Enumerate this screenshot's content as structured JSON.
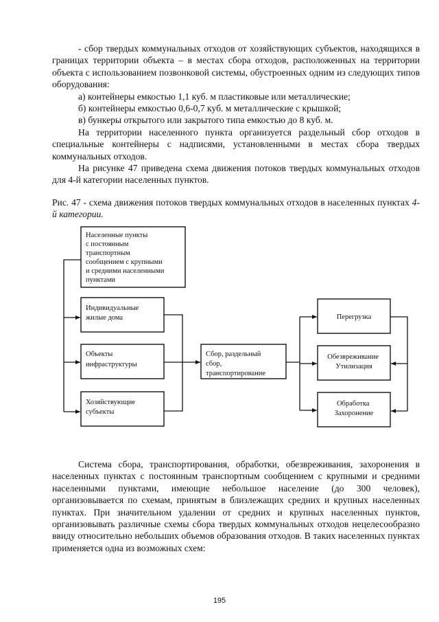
{
  "paragraphs_top": [
    "- сбор твердых коммунальных отходов от хозяйствующих субъектов, находящихся в границах территории объекта – в местах сбора отходов, расположенных на территории объекта с использованием позвонковой системы, обустроенных одним из следующих типов оборудования:",
    "а) контейнеры емкостью 1,1 куб. м пластиковые или металлические;",
    "б) контейнеры емкостью 0,6-0,7 куб. м металлические с крышкой;",
    "в) бункеры открытого или закрытого типа емкостью до 8 куб. м.",
    "На территории населенного пункта организуется раздельный сбор отходов в специальные контейнеры с надписями, установленными в местах сбора твердых коммунальных отходов.",
    "На рисунке 47 приведена схема движения потоков твердых коммунальных отходов для 4-й категории населенных пунктов."
  ],
  "caption": {
    "main": "Рис. 47 - схема движения потоков твердых коммунальных отходов в населенных пунктах ",
    "italic": "4-й категории."
  },
  "diagram": {
    "sources": {
      "settlements": [
        "Населенные пункты",
        "с постоянным",
        "транспортным",
        "сообщением с крупными",
        "и средними населенными",
        "пунктами"
      ],
      "houses": [
        "Индивидуальные",
        "жилые дома"
      ],
      "infrastructure": [
        "Объекты",
        "инфраструктуры"
      ],
      "businesses": [
        "Хозяйствующие",
        "субъекты"
      ]
    },
    "collection": [
      "Сбор, раздельный",
      "сбор,",
      "транспортирование"
    ],
    "destinations": {
      "transfer": [
        "Перегрузка"
      ],
      "disposal": [
        "Обезвреживание",
        "Утилизация"
      ],
      "processing": [
        "Обработка",
        "Захоронение"
      ]
    }
  },
  "paragraph_bottom": "Система сбора, транспортирования, обработки, обезвреживания, захоронения в населенных пунктах с постоянным транспортным сообщением с крупными и средними населенными пунктами, имеющие небольшое население (до 300 человек), организовывается по схемам, принятым в близлежащих средних и крупных населенных пунктах. При значительном удалении от средних и крупных населенных пунктов, организовывать различные схемы сбора твердых коммунальных отходов нецелесообразно ввиду относительно небольших объемов образования отходов. В таких населенных пунктах применяется одна из возможных схем:",
  "page_number": "195"
}
